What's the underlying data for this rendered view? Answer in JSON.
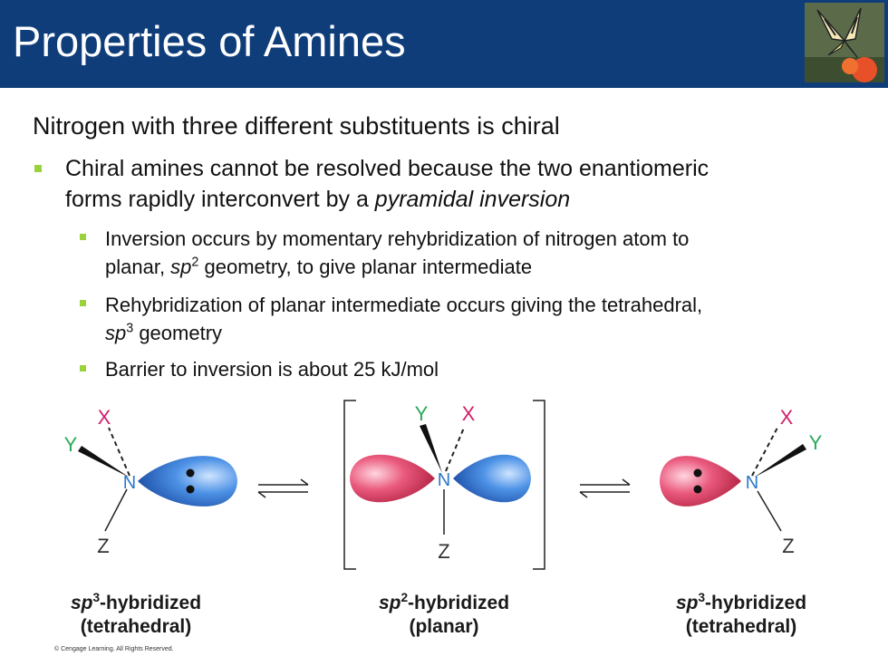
{
  "slide": {
    "title": "Properties of Amines",
    "lead": "Nitrogen with three different substituents is chiral",
    "bullets": [
      {
        "text_before": "Chiral amines cannot be resolved because the two enantiomeric",
        "text_line2_before": "forms rapidly interconvert by a ",
        "text_line2_italic": "pyramidal inversion"
      }
    ],
    "sub_bullets": [
      {
        "line1": "Inversion occurs by momentary rehybridization of nitrogen atom to",
        "line2_before": "planar, ",
        "line2_italic": "sp",
        "line2_sup": "2",
        "line2_after": " geometry, to give planar intermediate"
      },
      {
        "line1": "Rehybridization of planar intermediate occurs giving the tetrahedral,",
        "line2_italic": "sp",
        "line2_sup": "3",
        "line2_after": " geometry"
      },
      {
        "line1": "Barrier to inversion is about 25 kJ/mol"
      }
    ]
  },
  "diagram": {
    "atoms": {
      "N": "N",
      "X": "X",
      "Y": "Y",
      "Z": "Z"
    },
    "captions": [
      {
        "italic": "sp",
        "sup": "3",
        "rest": "-hybridized",
        "line2": "(tetrahedral)"
      },
      {
        "italic": "sp",
        "sup": "2",
        "rest": "-hybridized",
        "line2": "(planar)"
      },
      {
        "italic": "sp",
        "sup": "3",
        "rest": "-hybridized",
        "line2": "(tetrahedral)"
      }
    ],
    "colors": {
      "lobe_blue": "#3a7fd8",
      "lobe_red": "#e04a70",
      "x_label": "#d0206a",
      "y_label": "#2aaa5a",
      "n_label": "#2a78c8",
      "header": "#0f3d7a",
      "bullet": "#9bd23c"
    }
  },
  "copyright": "© Cengage Learning. All Rights Reserved."
}
